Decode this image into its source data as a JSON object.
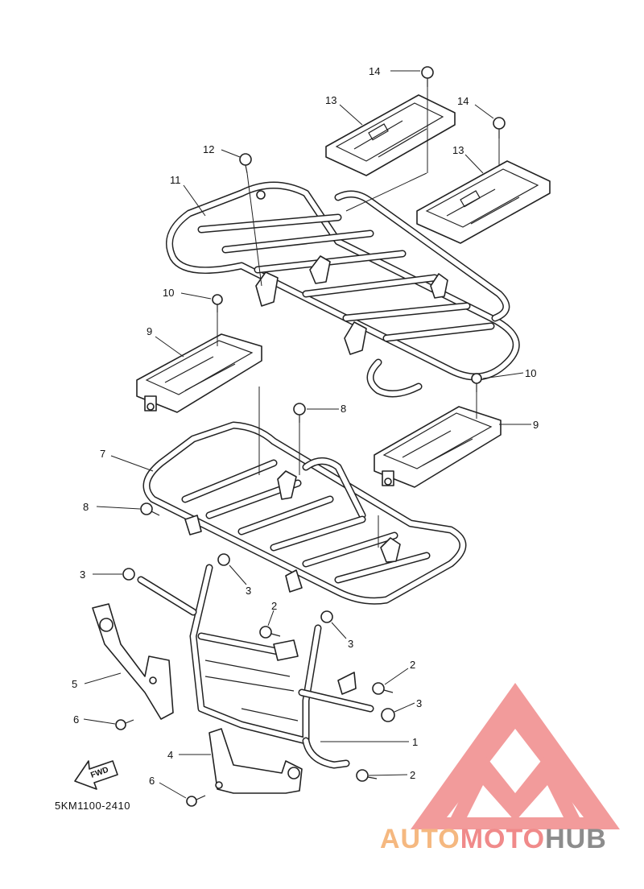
{
  "diagram": {
    "drawing_code": "5KM1100-2410",
    "fwd_label": "FWD",
    "callouts": [
      {
        "id": "c14a",
        "label": "14"
      },
      {
        "id": "c13a",
        "label": "13"
      },
      {
        "id": "c14b",
        "label": "14"
      },
      {
        "id": "c13b",
        "label": "13"
      },
      {
        "id": "c12",
        "label": "12"
      },
      {
        "id": "c11",
        "label": "11"
      },
      {
        "id": "c10a",
        "label": "10"
      },
      {
        "id": "c9a",
        "label": "9"
      },
      {
        "id": "c10b",
        "label": "10"
      },
      {
        "id": "c8a",
        "label": "8"
      },
      {
        "id": "c9b",
        "label": "9"
      },
      {
        "id": "c7",
        "label": "7"
      },
      {
        "id": "c8b",
        "label": "8"
      },
      {
        "id": "c3a",
        "label": "3"
      },
      {
        "id": "c3b",
        "label": "3"
      },
      {
        "id": "c2a",
        "label": "2"
      },
      {
        "id": "c3c",
        "label": "3"
      },
      {
        "id": "c5",
        "label": "5"
      },
      {
        "id": "c2b",
        "label": "2"
      },
      {
        "id": "c3d",
        "label": "3"
      },
      {
        "id": "c6a",
        "label": "6"
      },
      {
        "id": "c1",
        "label": "1"
      },
      {
        "id": "c4",
        "label": "4"
      },
      {
        "id": "c2c",
        "label": "2"
      },
      {
        "id": "c6b",
        "label": "6"
      }
    ]
  },
  "watermark": {
    "brand_part1": "AUTO",
    "brand_part2": "MOTO",
    "brand_part3": "HUB",
    "colors": {
      "orange": "#f5b880",
      "red": "#f08a8a",
      "gray": "#8c8c8c"
    }
  }
}
